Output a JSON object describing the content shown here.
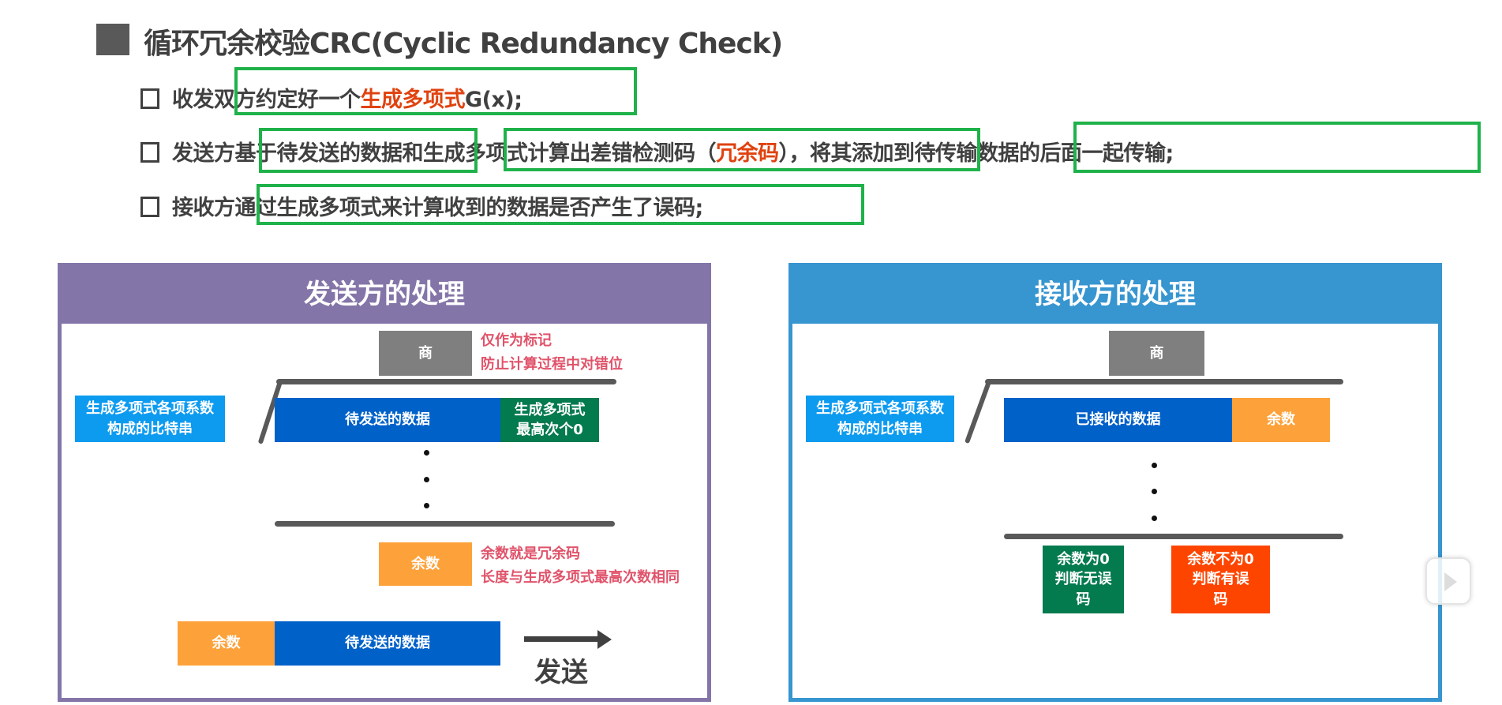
{
  "title": "循环冗余校验CRC(Cyclic Redundancy Check)",
  "bullets": [
    {
      "a": "收发双方约定好一个",
      "b": "生成多项式",
      "c": "G(x);"
    },
    {
      "a": "发送方基于待发送的数据和生成多项式计算出差错检测码（",
      "b": "冗余码",
      "c": "），将其添加到待传输数据的后面一起传输;"
    },
    {
      "a": "接收方通过生成多项式来计算收到的数据是否产生了误码;"
    }
  ],
  "sender": {
    "header": "发送方的处理",
    "quotient": "商",
    "quotient_note": [
      "仅作为标记",
      "防止计算过程中对错位"
    ],
    "divisor": "生成多项式各项系数构成的比特串",
    "data": "待发送的数据",
    "zeros": "生成多项式最高次个0",
    "remainder": "余数",
    "remainder_note": [
      "余数就是冗余码",
      "长度与生成多项式最高次数相同"
    ],
    "final_remainder": "余数",
    "final_data": "待发送的数据",
    "send": "发送"
  },
  "receiver": {
    "header": "接收方的处理",
    "quotient": "商",
    "divisor": "生成多项式各项系数构成的比特串",
    "data": "已接收的数据",
    "remainder": "余数",
    "ok": "余数为0 判断无误码",
    "err": "余数不为0 判断有误码"
  },
  "colors": {
    "sender": "#8475a8",
    "receiver": "#3795d0",
    "green_box": "#1fb24a"
  }
}
